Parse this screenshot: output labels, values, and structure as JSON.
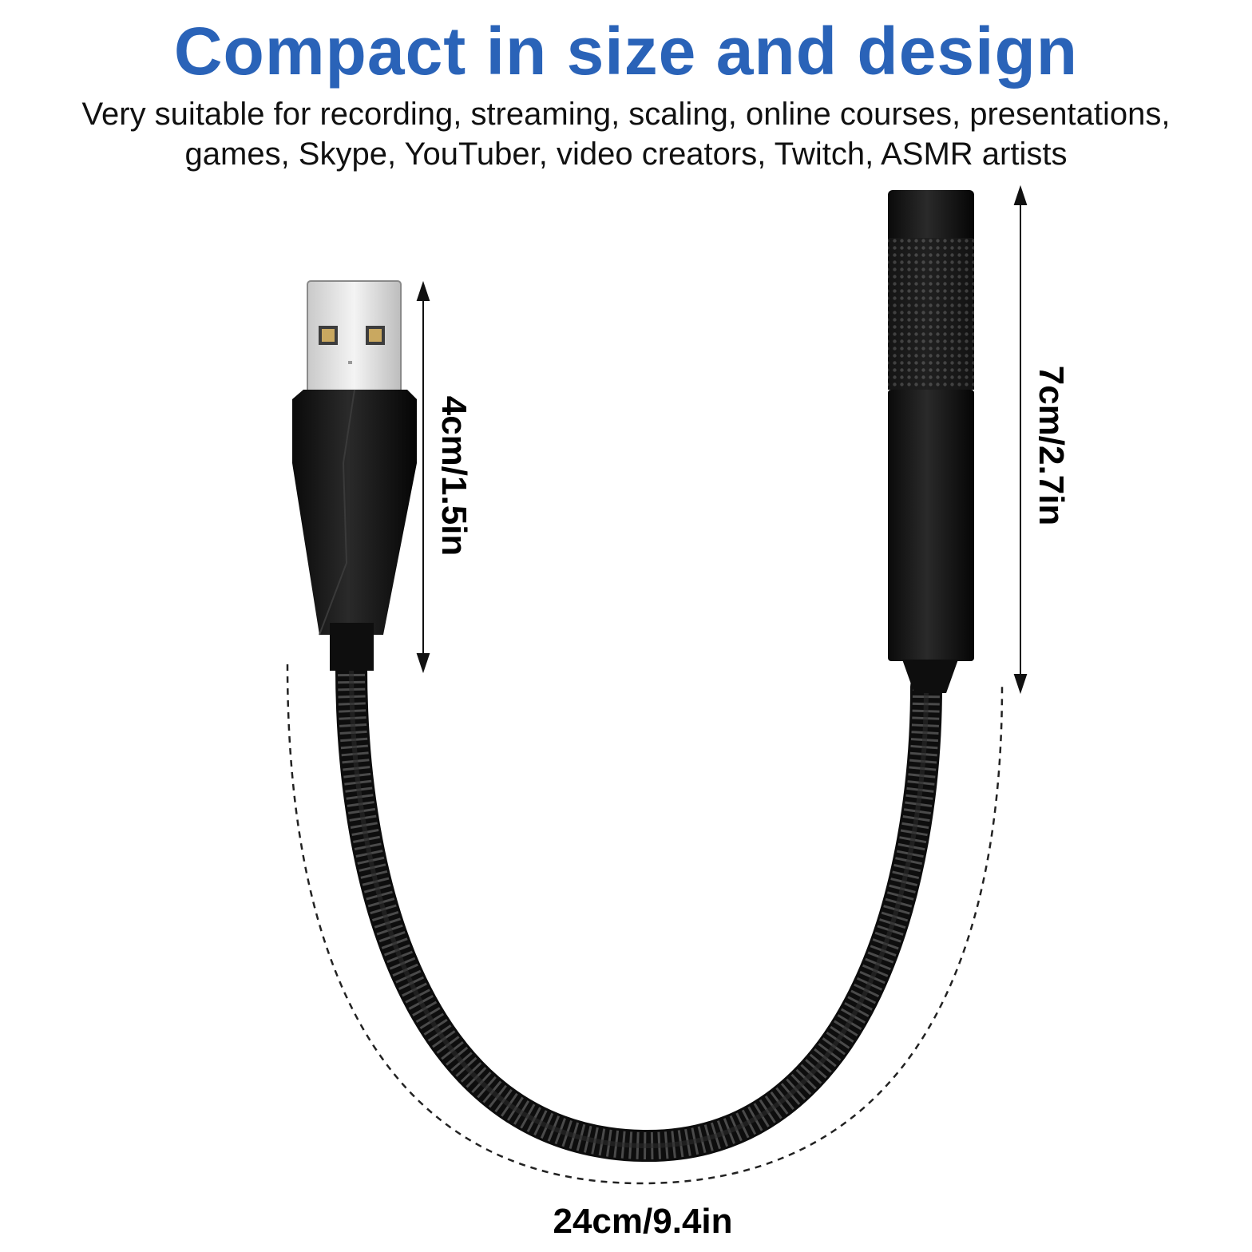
{
  "header": {
    "title": "Compact in size and design",
    "subtitle_line1": "Very suitable for recording, streaming, scaling, online courses, presentations,",
    "subtitle_line2": "games, Skype, YouTuber, video creators, Twitch, ASMR artists"
  },
  "dimensions": {
    "usb_connector": "4cm/1.5in",
    "mic_head": "7cm/2.7in",
    "cable_length": "24cm/9.4in"
  },
  "colors": {
    "title": "#2a63b8",
    "product": "#111111",
    "usb_metal": "#e2e2e2"
  },
  "icons": {
    "usb": "usb-connector-icon",
    "mic": "microphone-icon",
    "cable": "gooseneck-cable-icon"
  }
}
